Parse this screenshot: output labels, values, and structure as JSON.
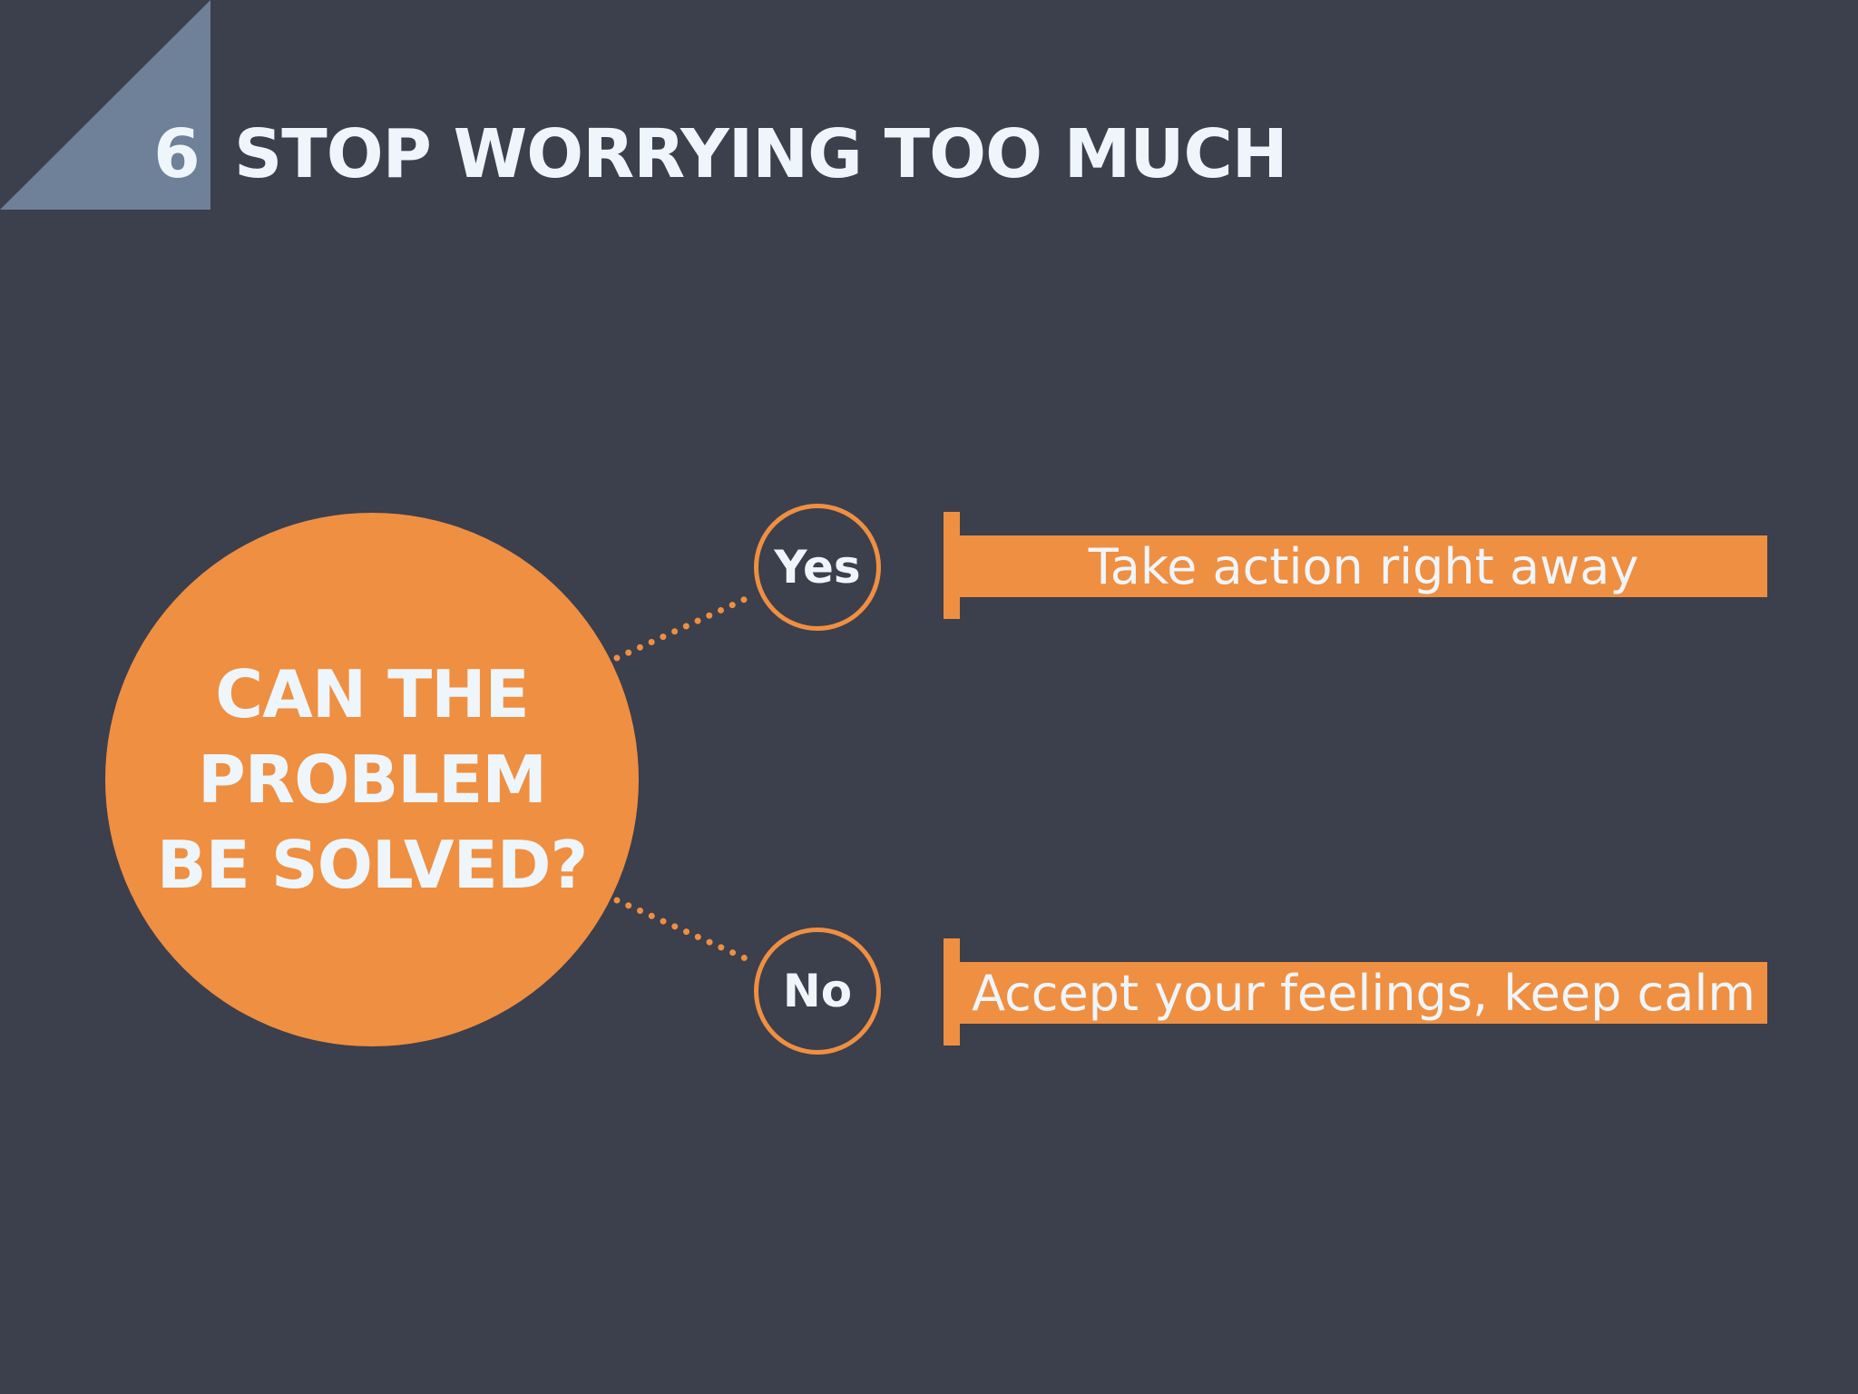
{
  "slide": {
    "number": "6",
    "title": "STOP WORRYING TOO MUCH"
  },
  "question": {
    "lines": [
      "CAN THE",
      "PROBLEM",
      "BE SOLVED?"
    ]
  },
  "answers": {
    "yes": {
      "label": "Yes",
      "result": "Take action right away"
    },
    "no": {
      "label": "No",
      "result": "Accept your feelings, keep calm"
    }
  },
  "colors": {
    "background": "#3c3f4c",
    "accent": "#ef8f42",
    "corner": "#6f8198",
    "text": "#eef6fb"
  }
}
